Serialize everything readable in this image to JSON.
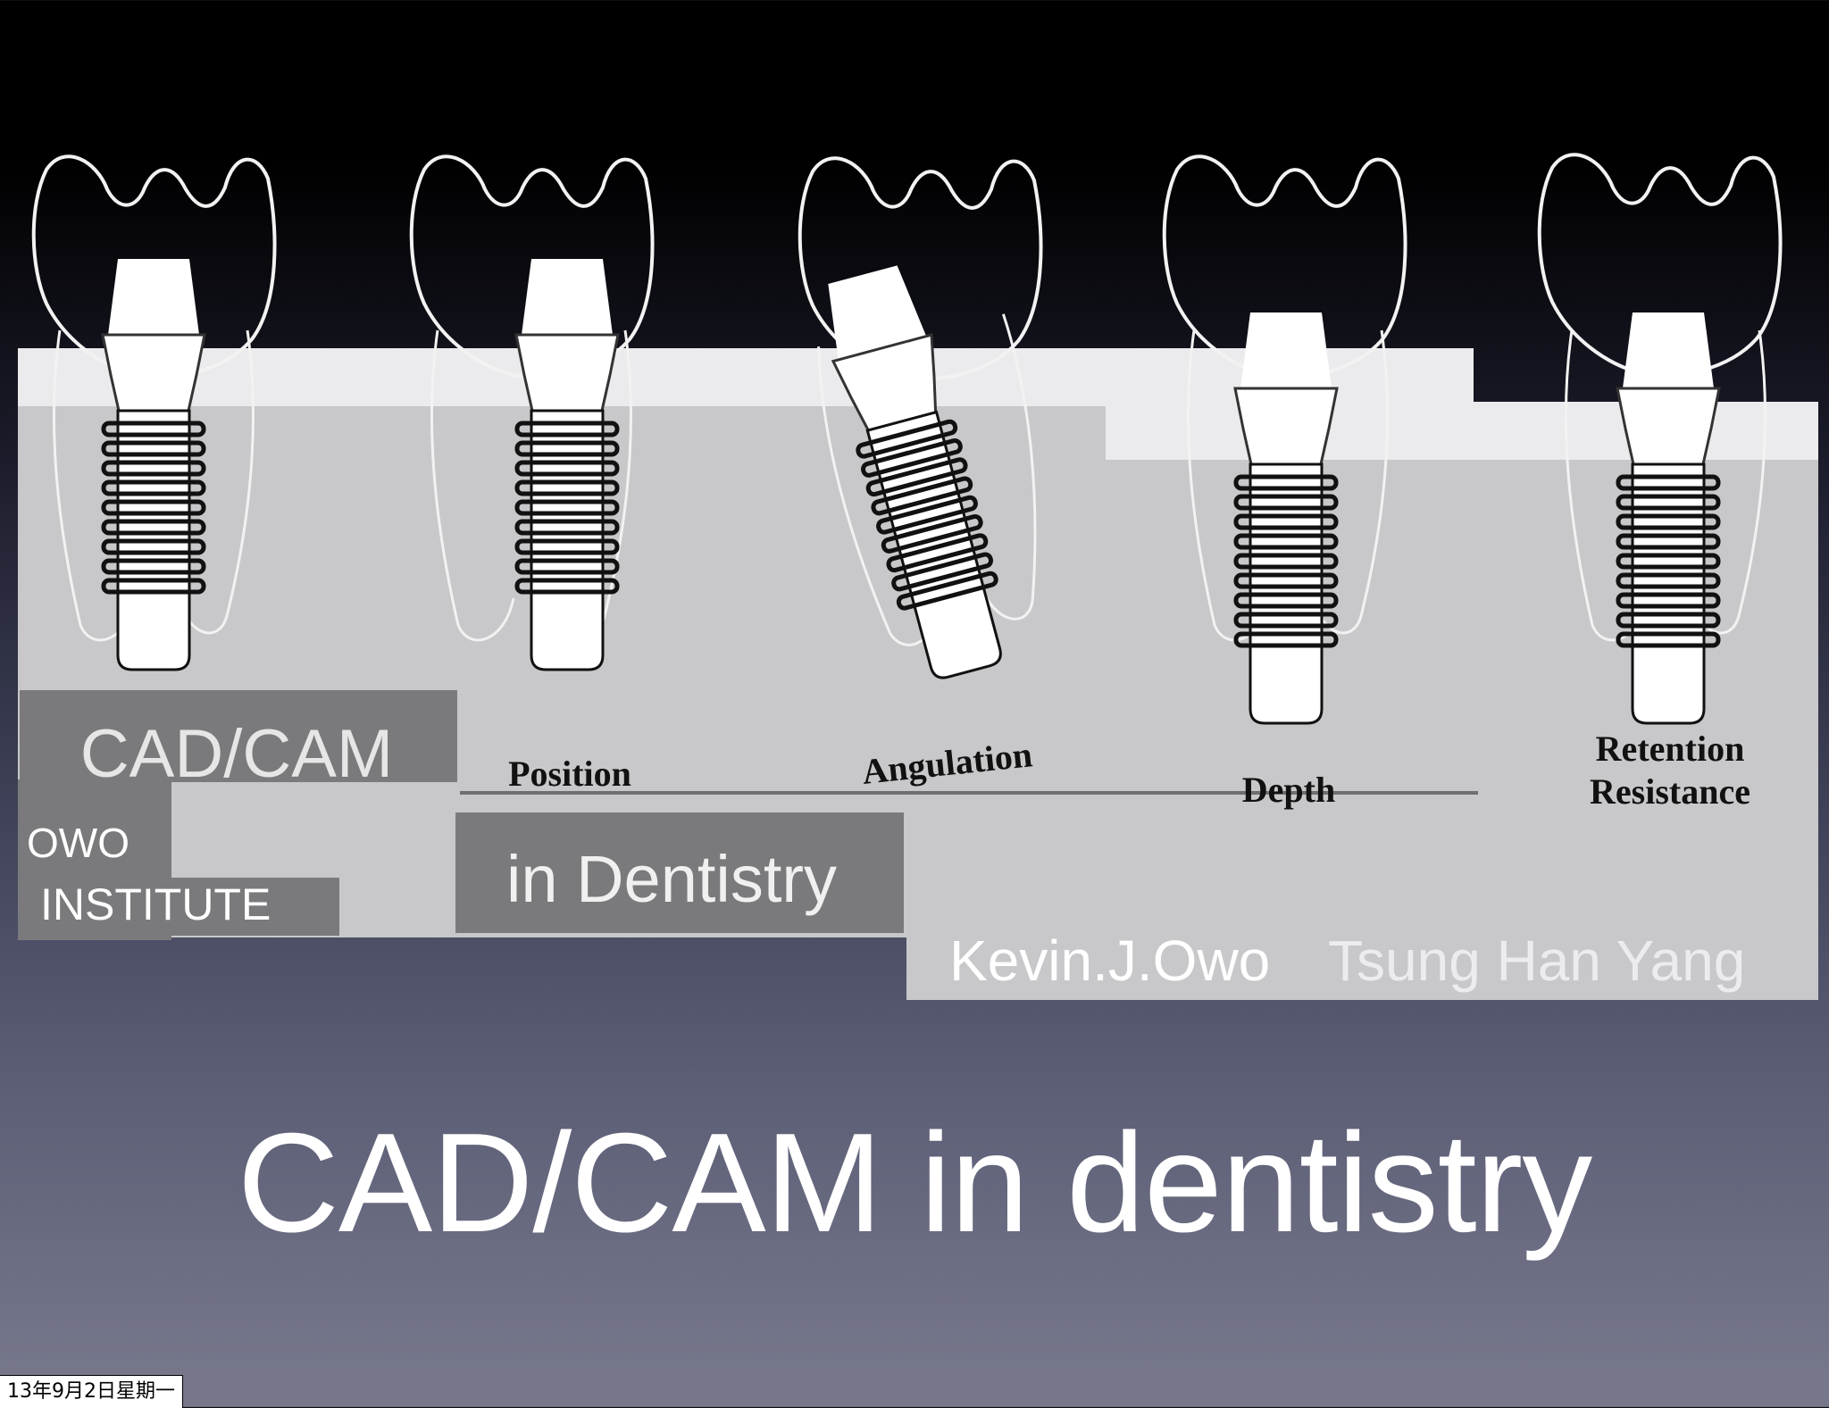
{
  "slide": {
    "title": "CAD/CAM in dentistry",
    "date_stamp": "13年9月2日星期一"
  },
  "figure": {
    "logo": {
      "line1": "CAD/CAM",
      "line2": "in Dentistry",
      "institute_line1": "OWO",
      "institute_line2": "INSTITUTE"
    },
    "authors": {
      "primary": "Kevin.J.Owo",
      "secondary": "Tsung Han Yang"
    },
    "labels": {
      "position": "Position",
      "angulation": "Angulation",
      "depth": "Depth",
      "retention_line1": "Retention",
      "retention_line2": "Resistance"
    },
    "colors": {
      "bone": "#c8c8cb",
      "gum": "#ebebed",
      "logo_box": "#7a7a7c",
      "background_top": "#000000",
      "background_bottom": "#76778b"
    }
  }
}
